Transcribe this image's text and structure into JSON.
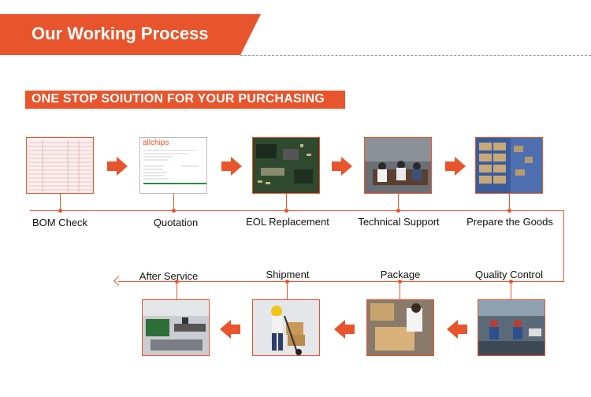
{
  "header": {
    "title": "Our Working Process"
  },
  "subheader": {
    "title": "ONE STOP SOIUTION FOR YOUR PURCHASING"
  },
  "quotation_logo": "allchips",
  "top_steps": [
    {
      "label": "BOM Check"
    },
    {
      "label": "Quotation"
    },
    {
      "label": "EOL Replacement"
    },
    {
      "label": "Technical Support"
    },
    {
      "label": "Prepare the Goods"
    }
  ],
  "bottom_steps": [
    {
      "label": "After Service"
    },
    {
      "label": "Shipment"
    },
    {
      "label": "Package"
    },
    {
      "label": "Quality Control"
    }
  ],
  "colors": {
    "accent": "#e8542c",
    "line": "#e8542c"
  }
}
